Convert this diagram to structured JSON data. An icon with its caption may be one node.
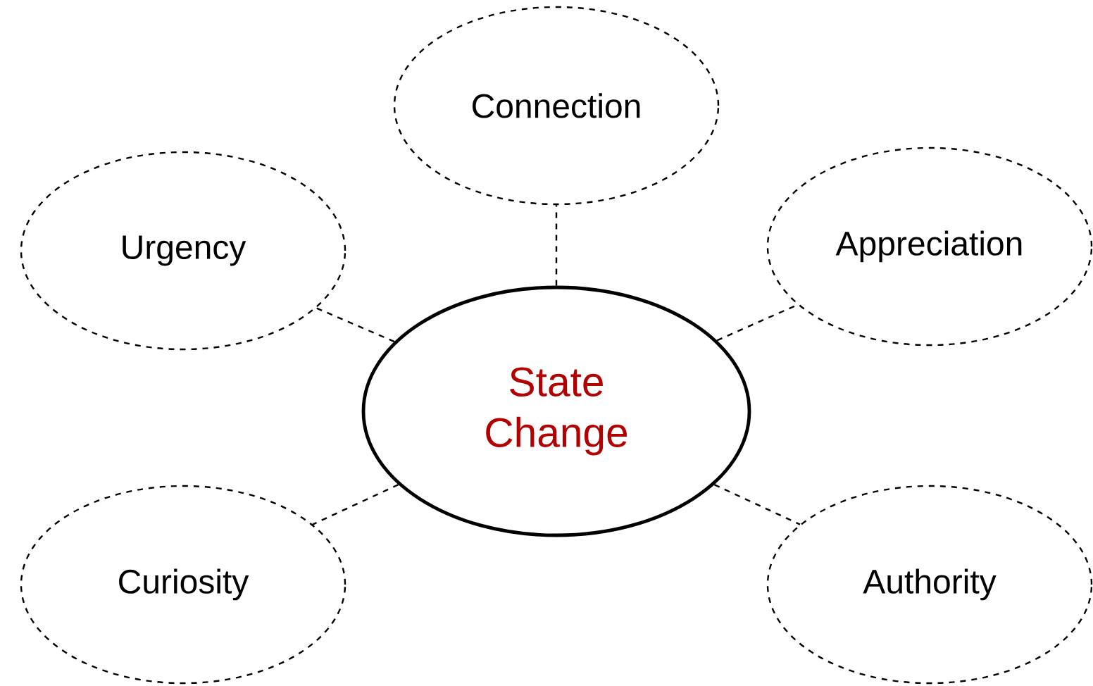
{
  "diagram": {
    "nodes": [
      {
        "text": [
          "State Change"
        ]
      },
      {
        "text": [
          "Connection"
        ]
      },
      {
        "text": [
          "Urgency"
        ]
      },
      {
        "text": [
          "Appreciation"
        ]
      },
      {
        "text": [
          "Curiosity"
        ]
      },
      {
        "text": [
          "Authority"
        ]
      }
    ],
    "edges": [
      {
        "from": 0,
        "to": 1,
        "arrow": "none",
        "style": "dashed"
      },
      {
        "from": 0,
        "to": 2,
        "arrow": "none",
        "style": "dashed"
      },
      {
        "from": 0,
        "to": 3,
        "arrow": "none",
        "style": "dashed"
      },
      {
        "from": 0,
        "to": 4,
        "arrow": "none",
        "style": "dashed"
      },
      {
        "from": 0,
        "to": 5,
        "arrow": "none",
        "style": "dashed"
      }
    ]
  }
}
